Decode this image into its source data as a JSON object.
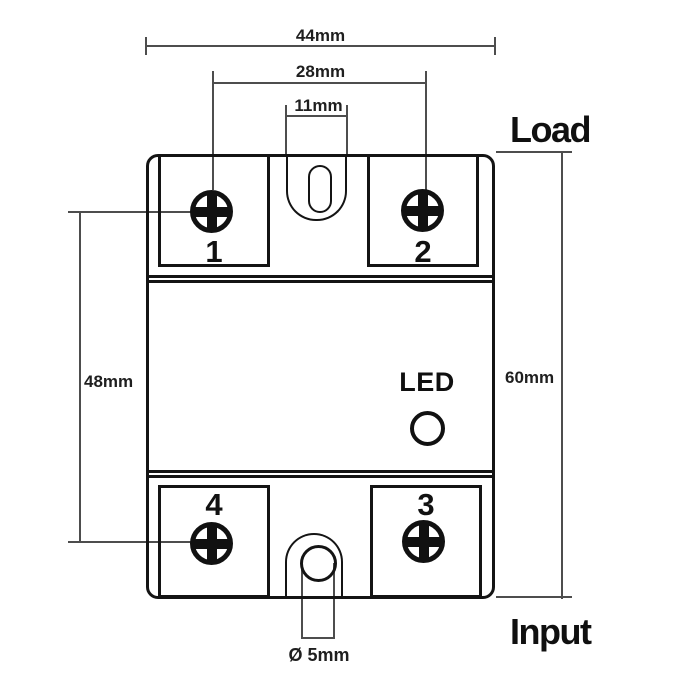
{
  "labels": {
    "load": "Load",
    "input": "Input",
    "led": "LED"
  },
  "dimensions": {
    "overall_width": "44mm",
    "screw_spacing_horizontal": "28mm",
    "slot_width": "11mm",
    "screw_spacing_vertical": "48mm",
    "overall_height": "60mm",
    "mounting_hole_diameter": "Ø 5mm"
  },
  "terminals": [
    {
      "number": "1",
      "position": "top-left"
    },
    {
      "number": "2",
      "position": "top-right"
    },
    {
      "number": "3",
      "position": "bottom-right"
    },
    {
      "number": "4",
      "position": "bottom-left"
    }
  ],
  "colors": {
    "outline": "#141414",
    "dimension_line": "#4d4d4d",
    "background": "#ffffff"
  }
}
